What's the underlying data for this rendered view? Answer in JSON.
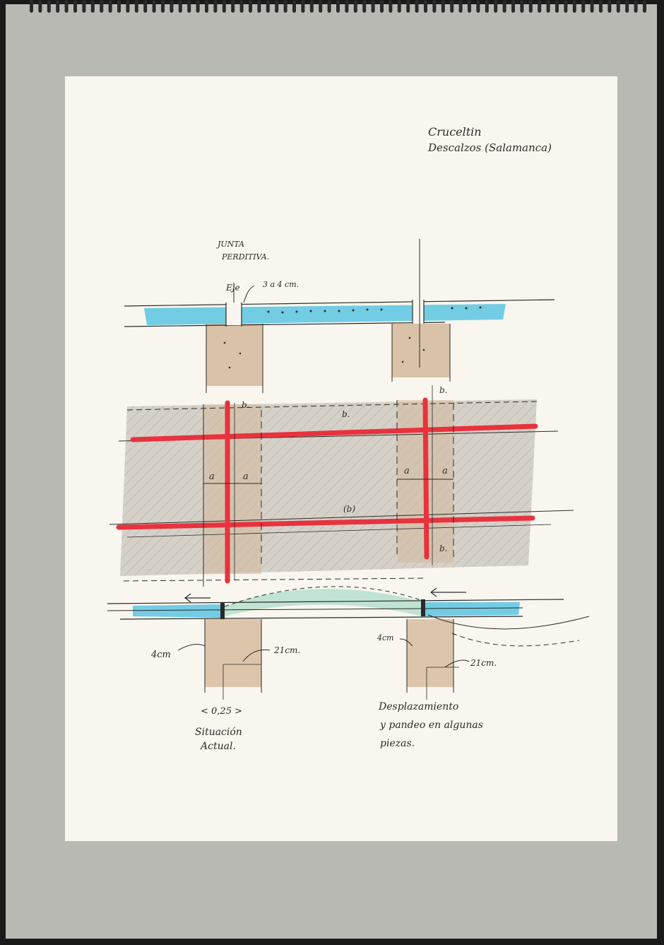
{
  "labels": {
    "title_line1": "Cruceltin",
    "title_line2": "Descalzos (Salamanca)",
    "junta_line1": "JUNTA",
    "junta_line2": "PERDITIVA.",
    "eje": "Eje",
    "gap_3a4": "3 a 4 cm.",
    "b_top_left": "b.",
    "b_top_mid": "b.",
    "b_top_right": "b.",
    "b_mid": "(b)",
    "b_bottom_right": "b.",
    "a_left_1": "a",
    "a_left_2": "a",
    "a_right_1": "a",
    "a_right_2": "a",
    "dim_4cm_left": "4cm",
    "dim_21cm_left": "21cm.",
    "dim_4cm_right": "4cm",
    "dim_21cm_right": "21cm.",
    "dim_025": "< 0,25 >",
    "caption_left_1": "Situación",
    "caption_left_2": "Actual.",
    "caption_right_1": "Desplazamiento",
    "caption_right_2": "y pandeo en algunas",
    "caption_right_3": "piezas."
  },
  "colors": {
    "board": "#b9b9b4",
    "paper": "#f8f6ee",
    "blue": "#5bc4e0",
    "red": "#e8323e",
    "tan": "#d4b99a",
    "gray_wash": "#b8b2aa",
    "ink": "#2a2a2a",
    "green_wash": "#a8dcc8"
  }
}
